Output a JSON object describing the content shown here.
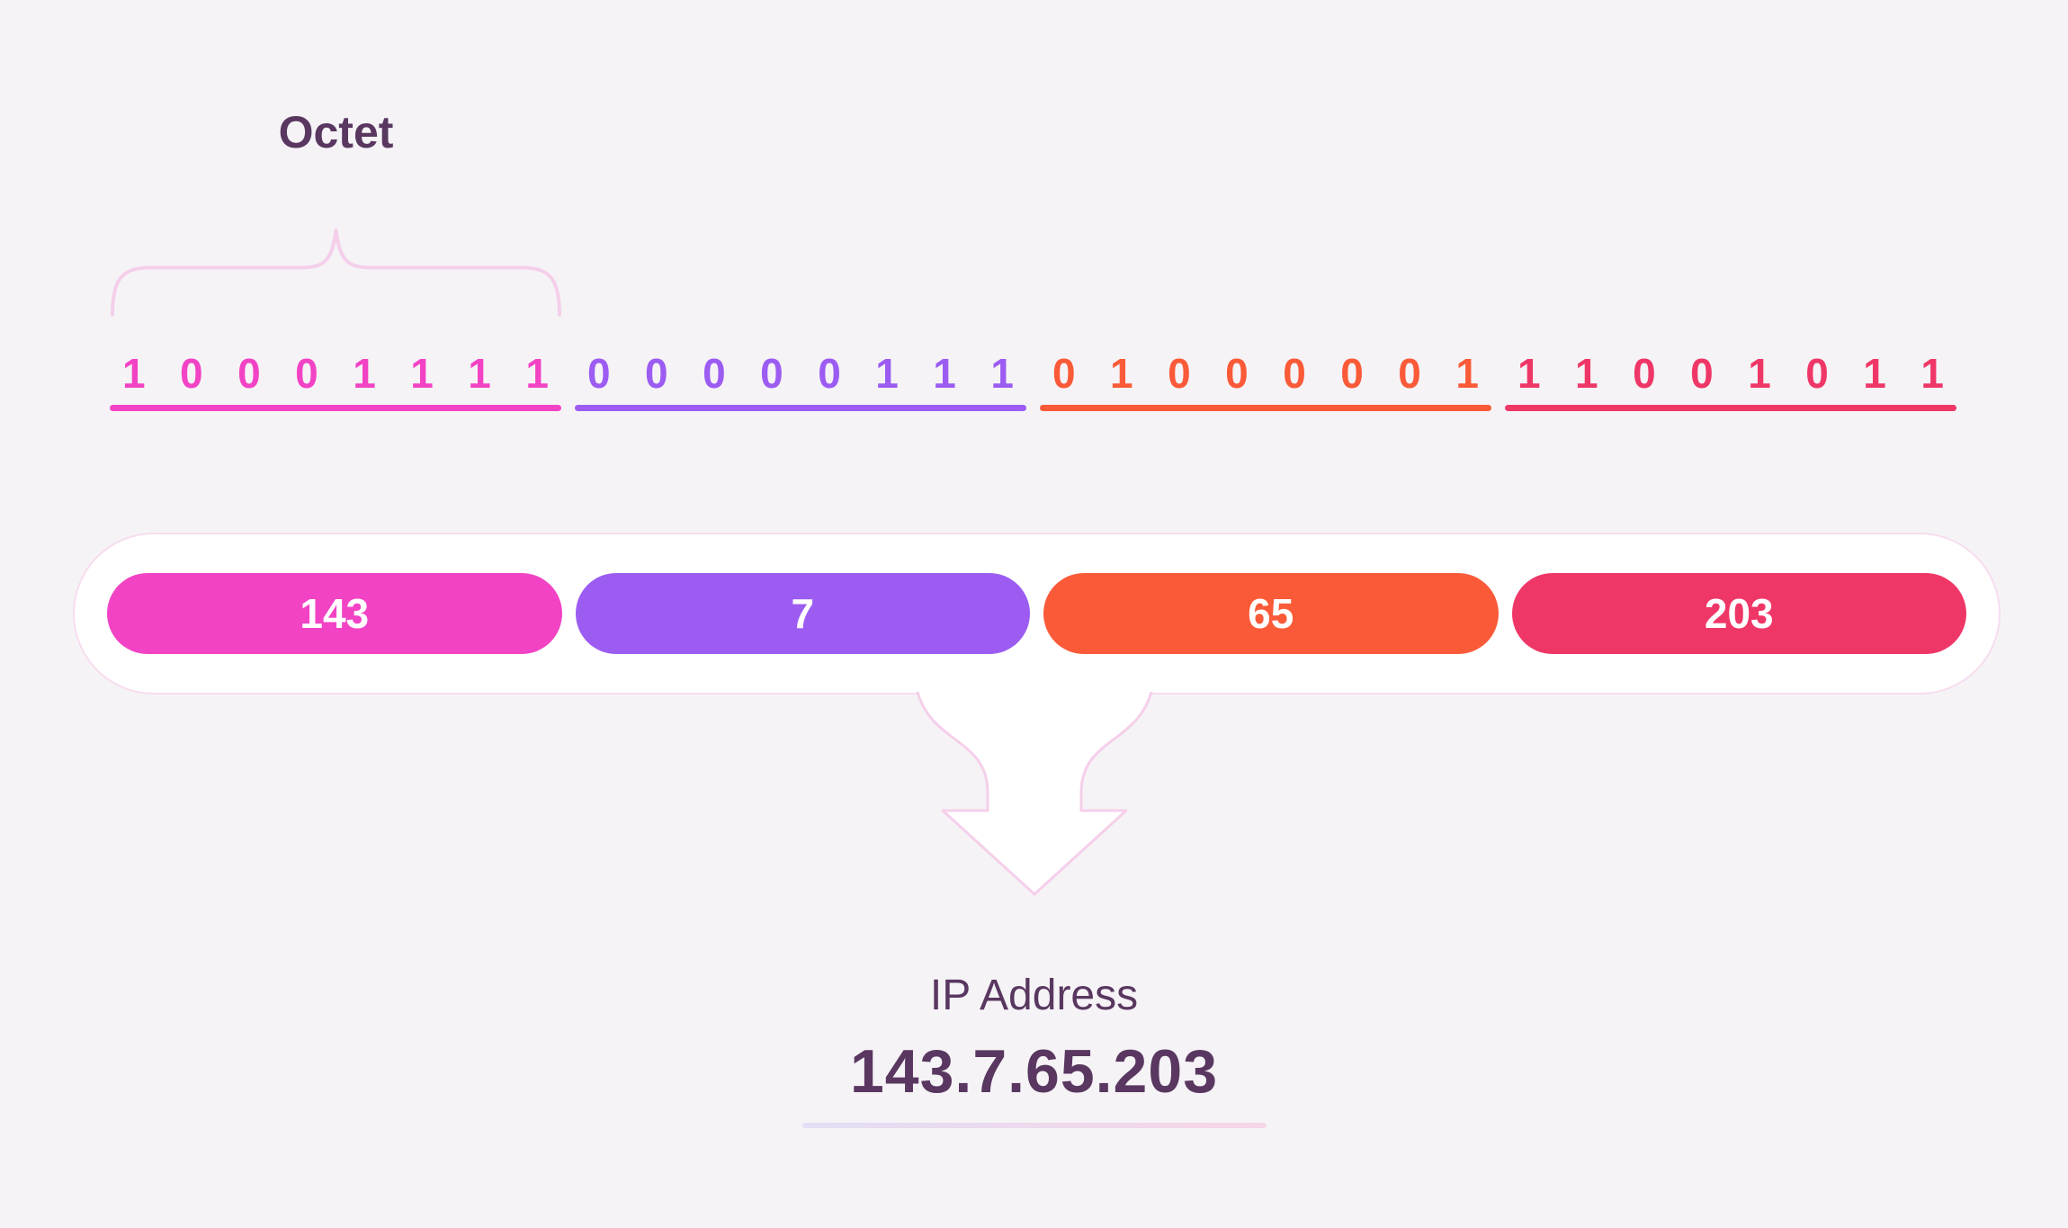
{
  "title": "Octet",
  "octets": [
    {
      "bits": "10001111",
      "value": "143"
    },
    {
      "bits": "00000111",
      "value": "7"
    },
    {
      "bits": "01000001",
      "value": "65"
    },
    {
      "bits": "11001011",
      "value": "203"
    }
  ],
  "result": {
    "label": "IP Address",
    "value": "143.7.65.203"
  },
  "colors": {
    "bg": "#f5f3f6",
    "ink": "#593760",
    "line": "#f5cfea",
    "card-border": "#f7dcf0",
    "card-bg": "#ffffff",
    "octet1": "#f243c5",
    "octet2": "#9c5cf2",
    "octet3": "#fa5a38",
    "octet4": "#ef3767",
    "grad-start": "#e3def4",
    "grad-end": "#f6d5e6"
  }
}
